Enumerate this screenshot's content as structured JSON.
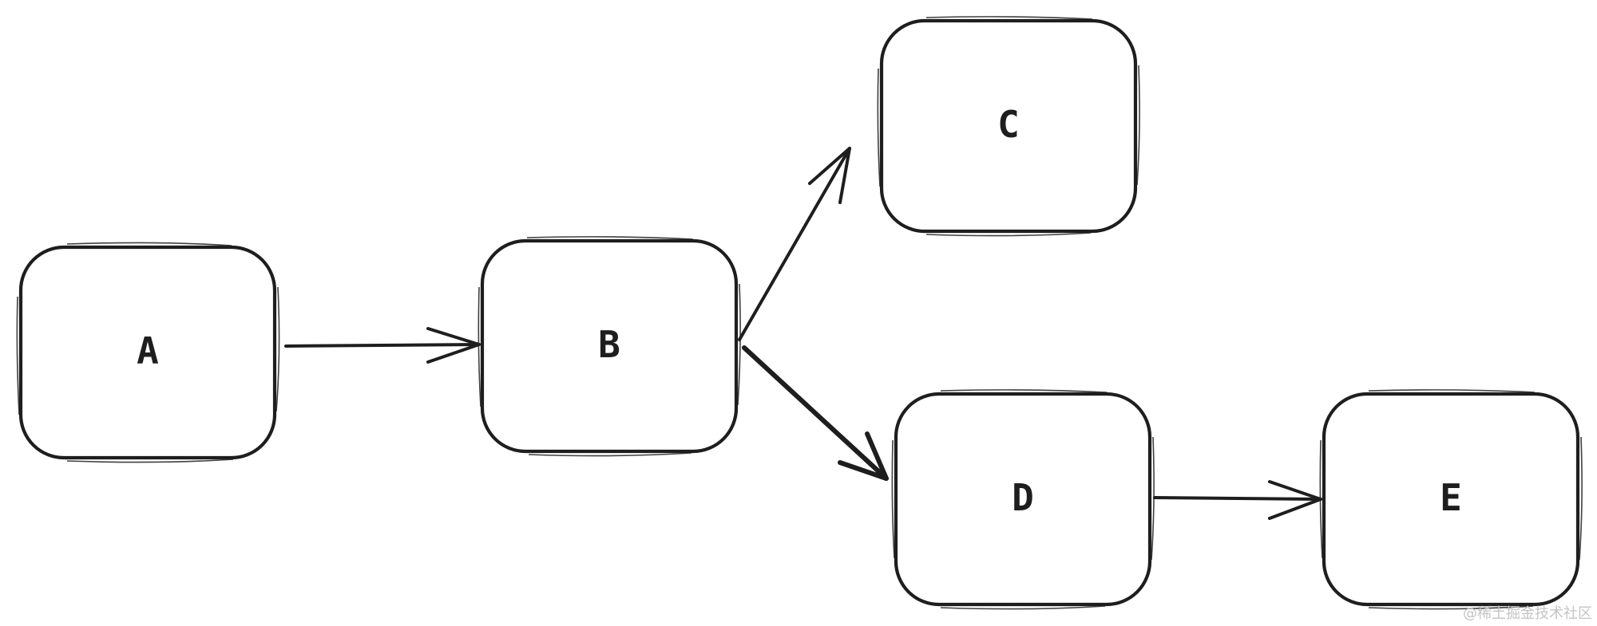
{
  "diagram": {
    "nodes": [
      {
        "id": "A",
        "label": "A"
      },
      {
        "id": "B",
        "label": "B"
      },
      {
        "id": "C",
        "label": "C"
      },
      {
        "id": "D",
        "label": "D"
      },
      {
        "id": "E",
        "label": "E"
      }
    ],
    "edges": [
      {
        "from": "A",
        "to": "B"
      },
      {
        "from": "B",
        "to": "C"
      },
      {
        "from": "B",
        "to": "D"
      },
      {
        "from": "D",
        "to": "E"
      }
    ],
    "stroke_color": "#1e1e1e",
    "background_color": "#ffffff"
  },
  "watermark": "@稀土掘金技术社区"
}
